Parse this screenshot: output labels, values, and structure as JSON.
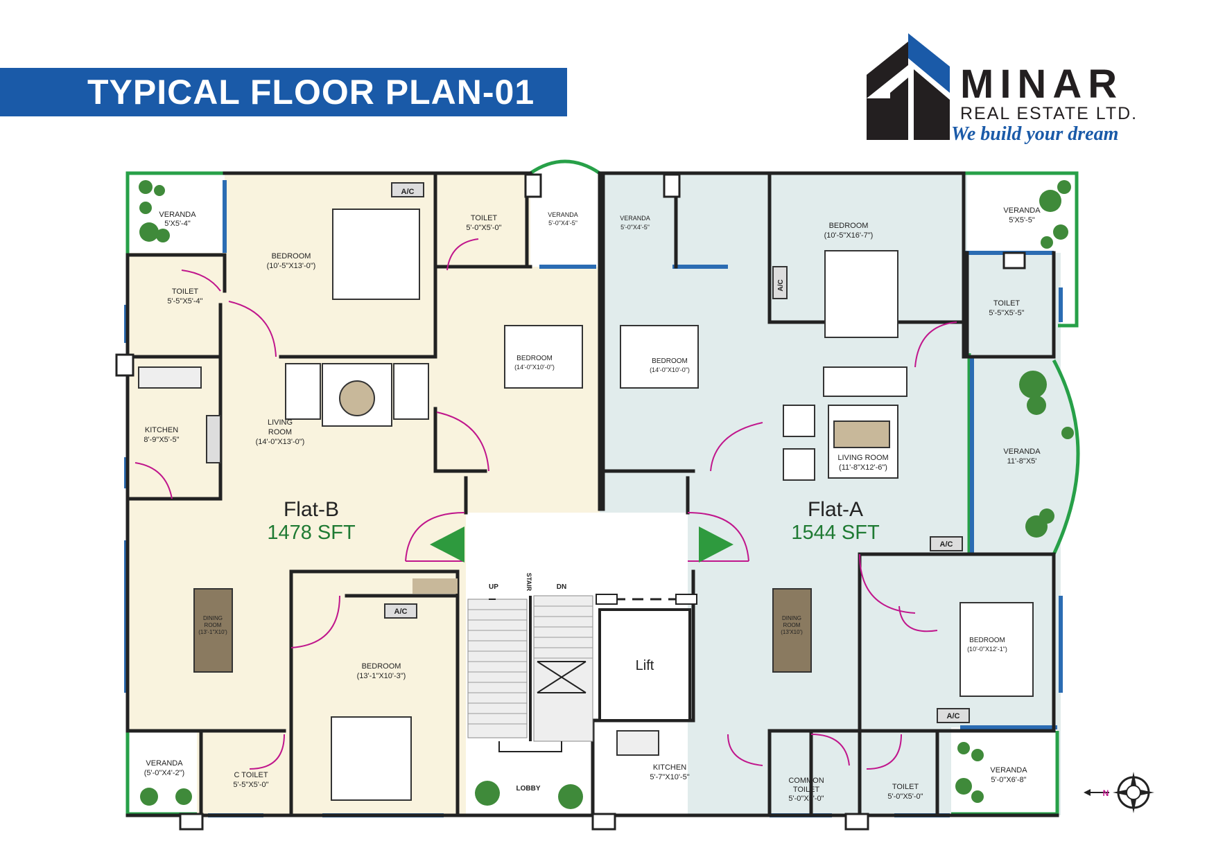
{
  "header": {
    "title": "TYPICAL FLOOR PLAN-01"
  },
  "brand": {
    "name": "MINAR",
    "subtitle": "REAL ESTATE LTD.",
    "tagline": "We build your dream"
  },
  "colors": {
    "banner": "#1a5aa8",
    "flat_b_floor": "#f9f3de",
    "flat_a_floor": "#e1ecec",
    "veranda": "#ffffff",
    "veranda_rail": "#27a048",
    "window": "#2b6cb3",
    "wall": "#222222",
    "door": "#c0168c",
    "arrow": "#2e9a3e",
    "sft_text": "#1f7a33"
  },
  "flats": {
    "b": {
      "name": "Flat-B",
      "area": "1478 SFT"
    },
    "a": {
      "name": "Flat-A",
      "area": "1544 SFT"
    }
  },
  "rooms": {
    "b_veranda_nw": {
      "name": "VERANDA",
      "size": "5'X5'-4\""
    },
    "b_bedroom_top": {
      "name": "BEDROOM",
      "size": "(10'-5\"X13'-0\")"
    },
    "b_toilet_top": {
      "name": "TOILET",
      "size": "5'-0\"X5'-0\""
    },
    "b_veranda_top": {
      "name": "VERANDA",
      "size": "5'-0\"X4'-5\""
    },
    "b_toilet_left": {
      "name": "TOILET",
      "size": "5'-5\"X5'-4\""
    },
    "b_kitchen": {
      "name": "KITCHEN",
      "size": "8'-9\"X5'-5\""
    },
    "b_living": {
      "name": "LIVING",
      "name2": "ROOM",
      "size": "(14'-0\"X13'-0\")"
    },
    "b_bedroom_mid": {
      "name": "BEDROOM",
      "size": "(14'-0\"X10'-0\")"
    },
    "b_dining": {
      "name": "DINING",
      "name2": "ROOM",
      "size": "(13'-1\"X10')"
    },
    "b_bedroom_bottom": {
      "name": "BEDROOM",
      "size": "(13'-1\"X10'-3\")"
    },
    "b_veranda_sw": {
      "name": "VERANDA",
      "size": "(5'-0\"X4'-2\")"
    },
    "b_ctoilet": {
      "name": "C TOILET",
      "size": "5'-5\"X5'-0\""
    },
    "a_veranda_top": {
      "name": "VERANDA",
      "size": "5'-0\"X4'-5\""
    },
    "a_bedroom_top": {
      "name": "BEDROOM",
      "size": "(10'-5\"X16'-7\")"
    },
    "a_veranda_ne": {
      "name": "VERANDA",
      "size": "5'X5'-5\""
    },
    "a_toilet_right": {
      "name": "TOILET",
      "size": "5'-5\"X5'-5\""
    },
    "a_bedroom_mid": {
      "name": "BEDROOM",
      "size": "(14'-0\"X10'-0\")"
    },
    "a_living": {
      "name": "LIVING ROOM",
      "size": "(11'-8\"X12'-6\")"
    },
    "a_veranda_e": {
      "name": "VERANDA",
      "size": "11'-8\"X5'"
    },
    "a_dining": {
      "name": "DINING",
      "name2": "ROOM",
      "size": "(13'X10')"
    },
    "a_bedroom_right": {
      "name": "BEDROOM",
      "size": "(10'-0\"X12'-1\")"
    },
    "a_kitchen": {
      "name": "KITCHEN",
      "size": "5'-7\"X10'-5\""
    },
    "a_common_toilet": {
      "name": "COMMON",
      "name2": "TOILET",
      "size": "5'-0\"X5'-0\""
    },
    "a_toilet_bottom": {
      "name": "TOILET",
      "size": "5'-0\"X5'-0\""
    },
    "a_veranda_se": {
      "name": "VERANDA",
      "size": "5'-0\"X6'-8\""
    }
  },
  "core": {
    "stair": "STAIR",
    "up": "UP",
    "dn": "DN",
    "lift": "Lift",
    "lobby": "LOBBY"
  },
  "labels": {
    "ac": "A/C",
    "north": "N"
  }
}
